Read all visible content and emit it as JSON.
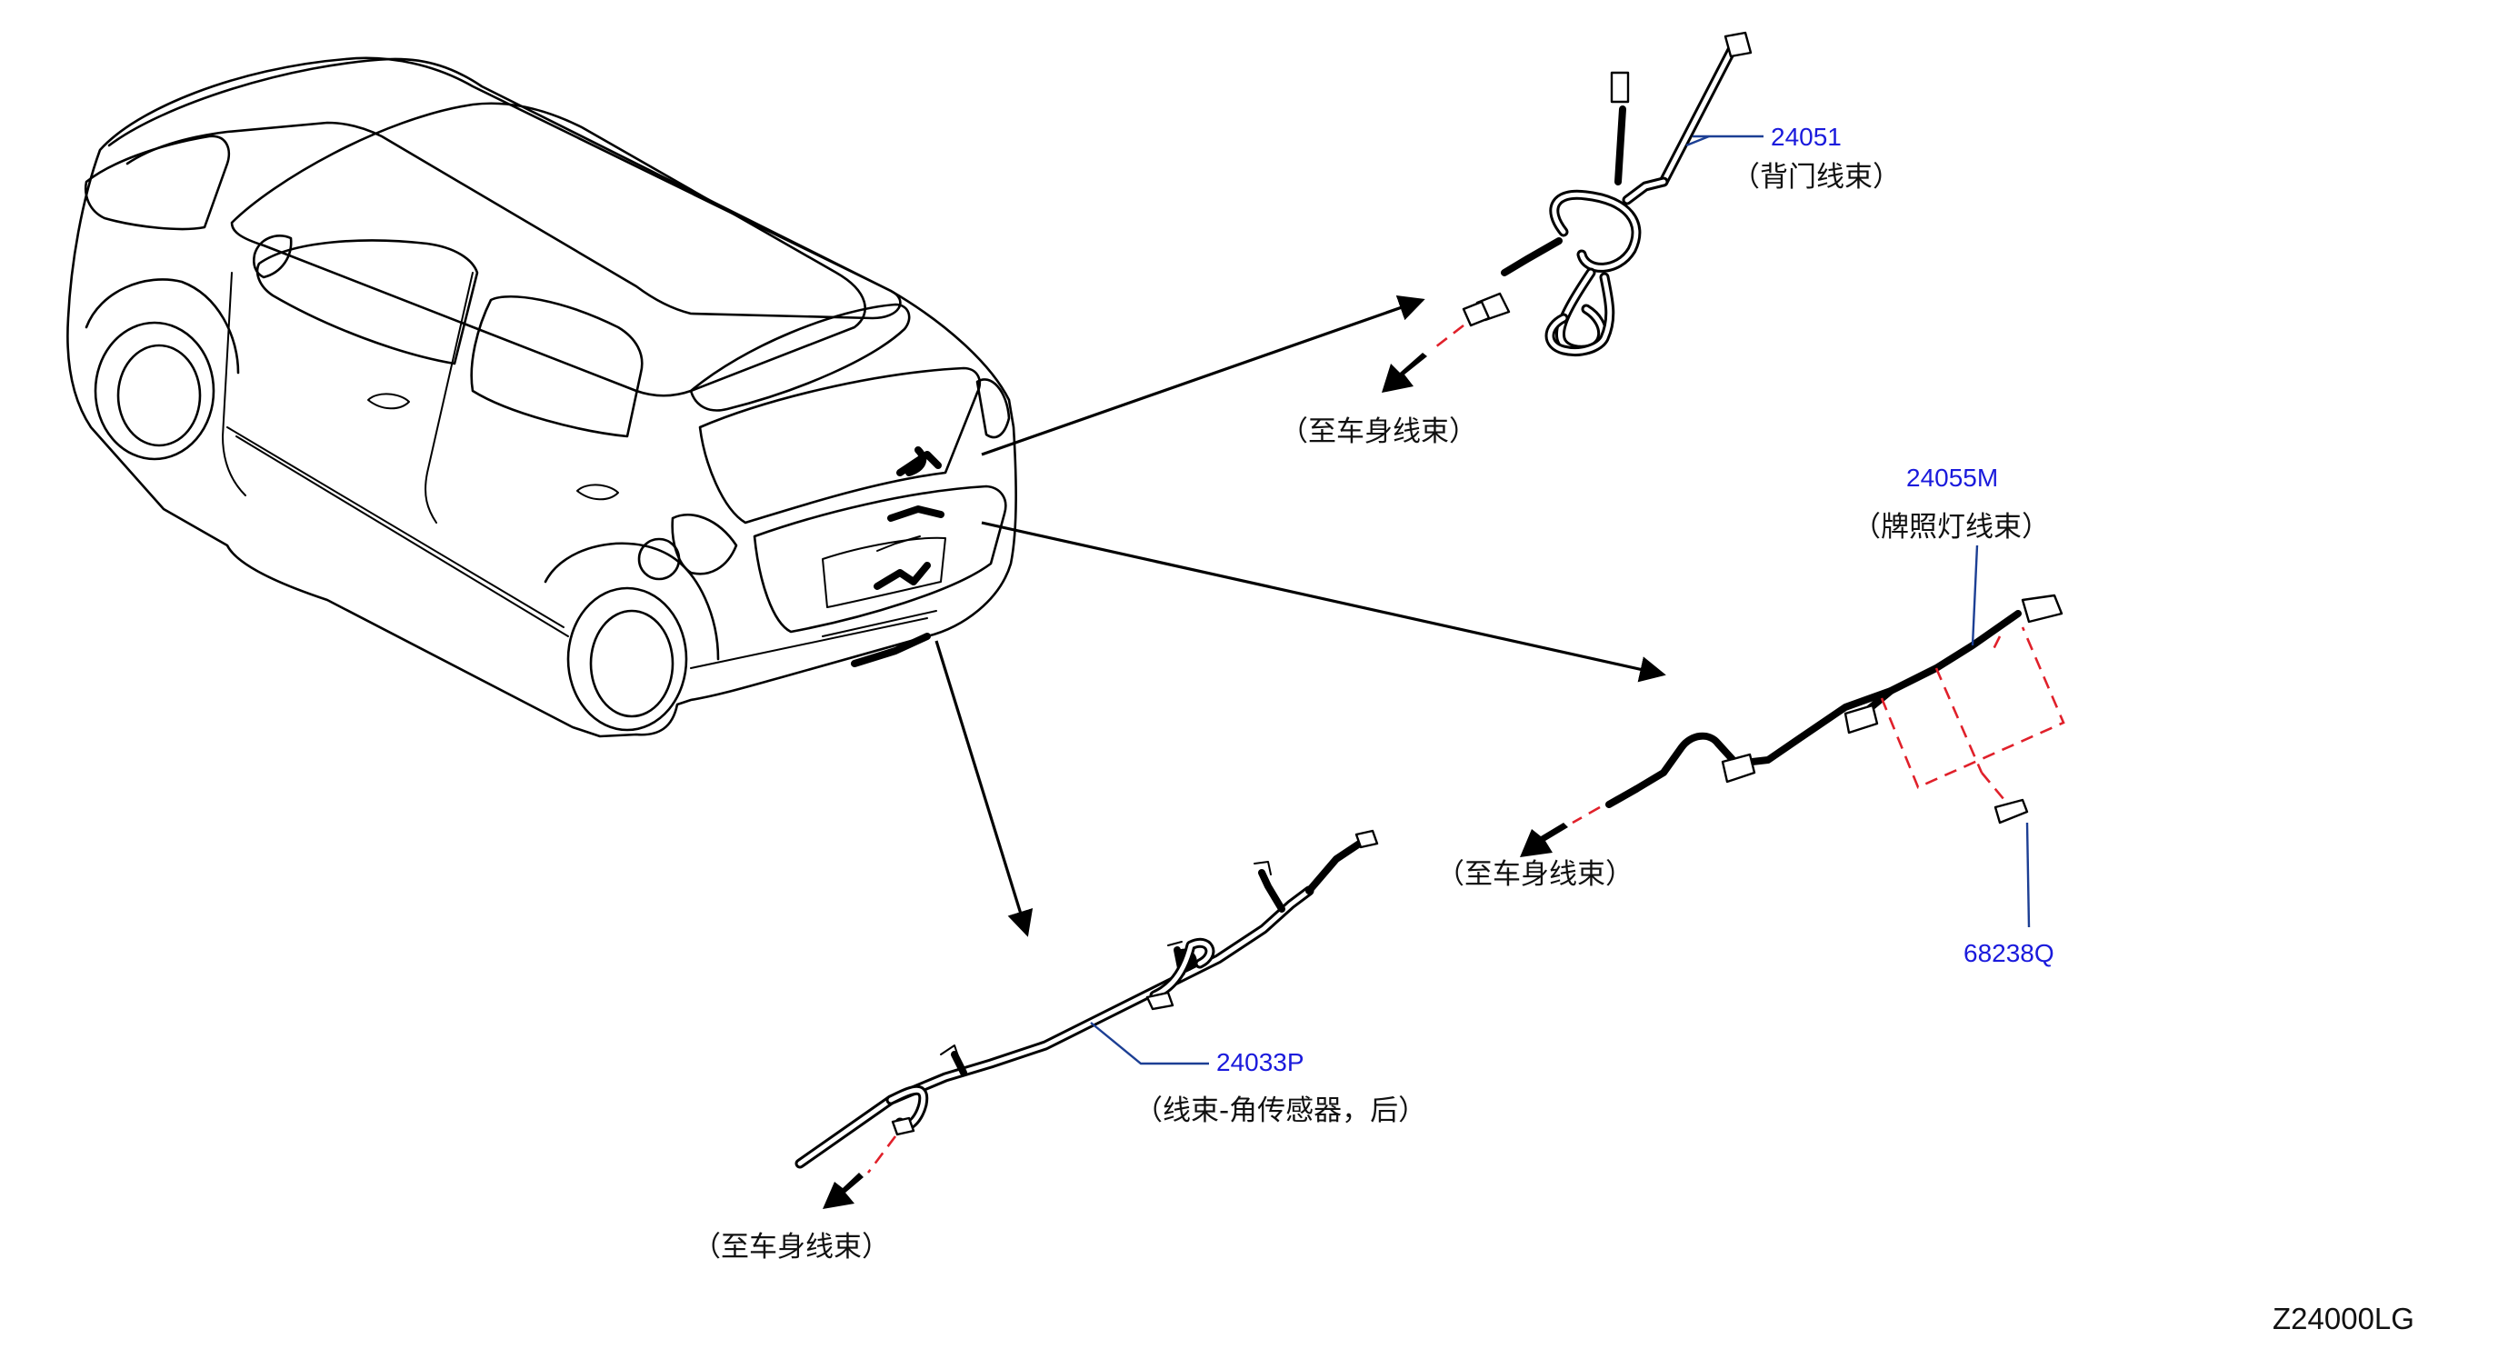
{
  "diagram_code": "Z24000LG",
  "callouts": {
    "back_door": {
      "part_no": "24051",
      "desc": "（背门线束）"
    },
    "license_lamp": {
      "part_no": "24055M",
      "desc": "（牌照灯线束）"
    },
    "bracket": {
      "part_no": "68238Q"
    },
    "corner_sensor": {
      "part_no": "24033P",
      "desc": "（线束-角传感器，后）"
    }
  },
  "to_body": {
    "back_door": "（至车身线束）",
    "license_lamp": "（至车身线束）",
    "corner_sensor": "（至车身线束）"
  },
  "colors": {
    "part_number": "#1a1adc",
    "leader": "#1c3f94",
    "dashed_link": "#e0202a"
  }
}
